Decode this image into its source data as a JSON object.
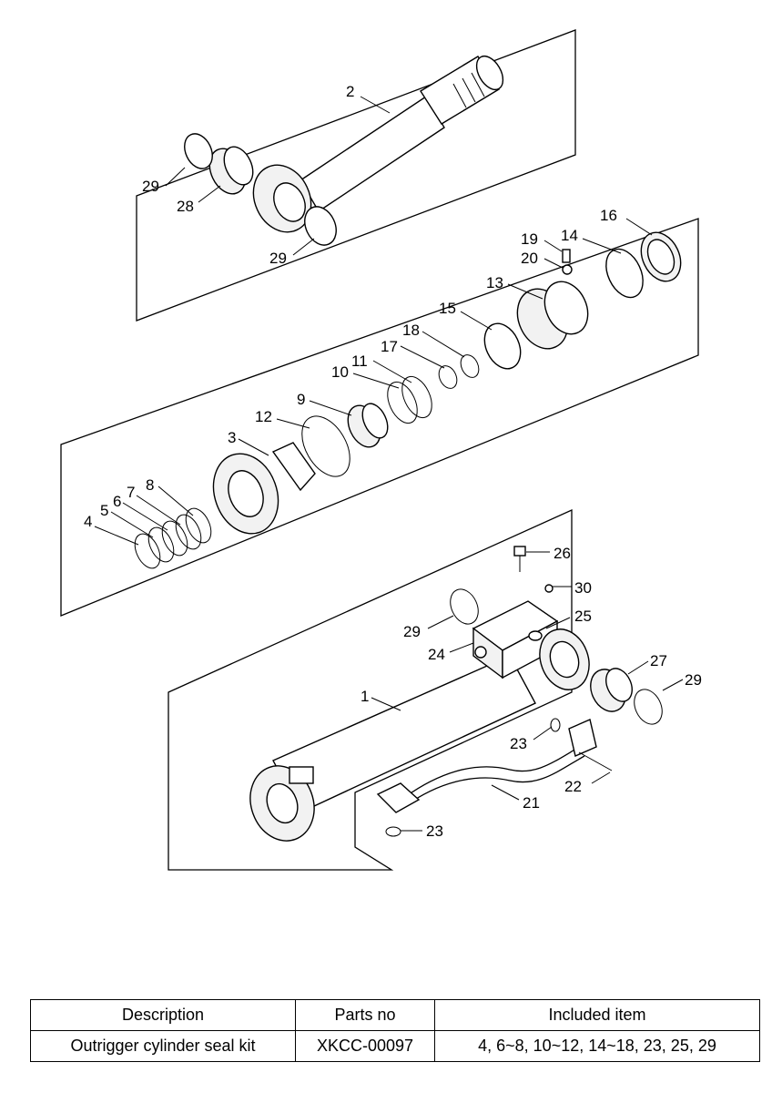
{
  "callouts": {
    "c1": "1",
    "c2": "2",
    "c3": "3",
    "c4": "4",
    "c5": "5",
    "c6": "6",
    "c7": "7",
    "c8": "8",
    "c9": "9",
    "c10": "10",
    "c11": "11",
    "c12": "12",
    "c13": "13",
    "c14": "14",
    "c15": "15",
    "c16": "16",
    "c17": "17",
    "c18": "18",
    "c19": "19",
    "c20": "20",
    "c21": "21",
    "c22": "22",
    "c23": "23",
    "c24": "24",
    "c25": "25",
    "c26": "26",
    "c27": "27",
    "c28": "28",
    "c29": "29",
    "c30": "30"
  },
  "table": {
    "headers": [
      "Description",
      "Parts no",
      "Included item"
    ],
    "rows": [
      [
        "Outrigger cylinder seal kit",
        "XKCC-00097",
        "4, 6~8, 10~12, 14~18, 23, 25, 29"
      ]
    ]
  }
}
